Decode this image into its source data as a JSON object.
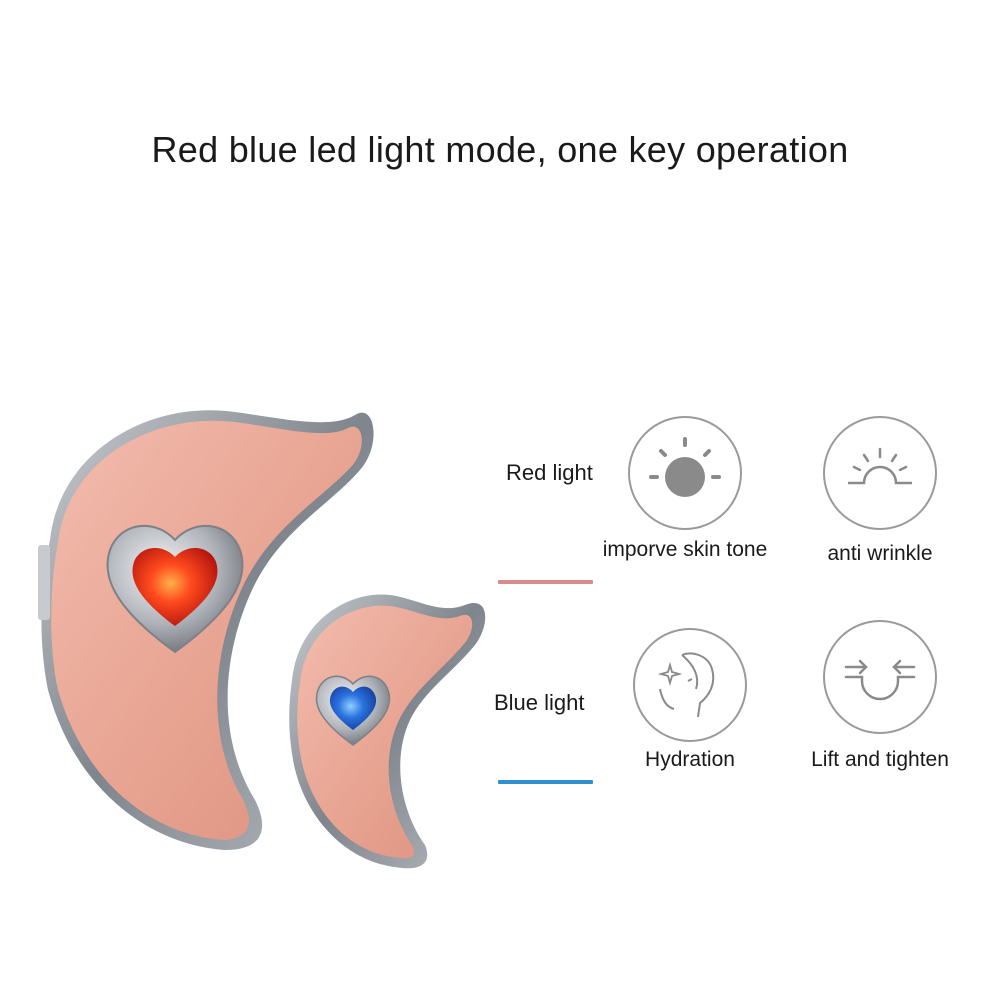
{
  "headline": "Red blue led light mode, one key operation",
  "legend": {
    "red": {
      "label": "Red light",
      "color": "#d98a8c"
    },
    "blue": {
      "label": "Blue light",
      "color": "#2f8fcf"
    }
  },
  "benefits": [
    {
      "label": "imporve skin tone",
      "icon": "sun-icon"
    },
    {
      "label": "anti wrinkle",
      "icon": "sunrise-icon"
    },
    {
      "label": "Hydration",
      "icon": "face-sparkle-icon"
    },
    {
      "label": "Lift and tighten",
      "icon": "lift-arrows-icon"
    }
  ],
  "colors": {
    "device_body": "#e9a796",
    "device_rim": "#9aa0a6",
    "red_led": "#e4341f",
    "blue_led": "#2a6fd6",
    "icon_stroke": "#8a8a8a"
  }
}
